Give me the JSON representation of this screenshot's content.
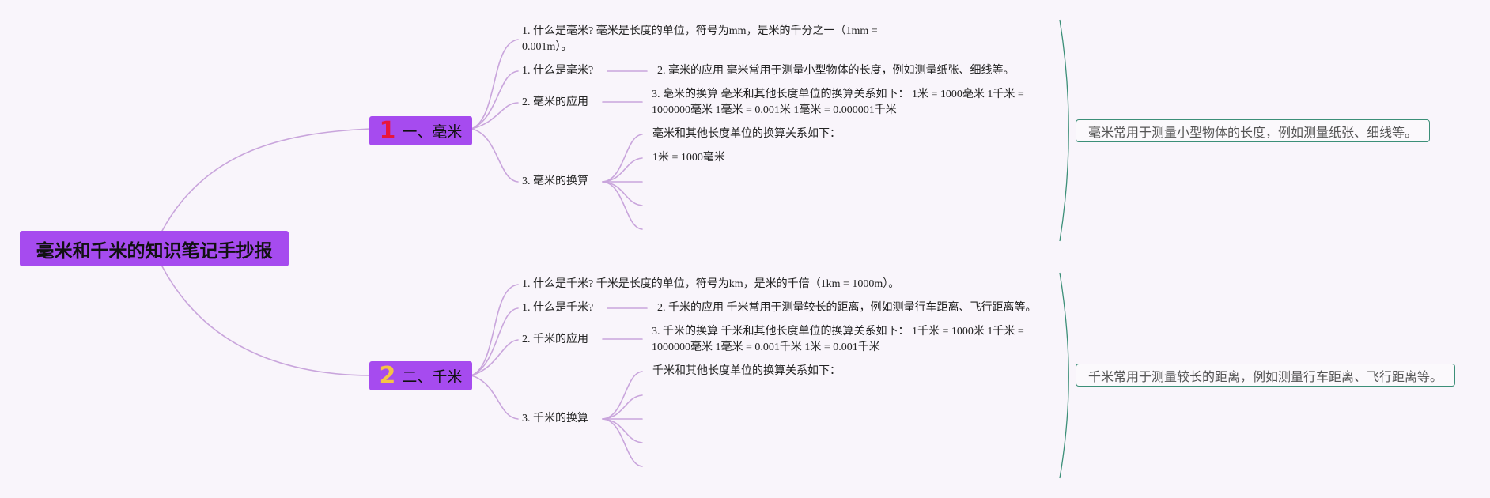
{
  "root": {
    "title": "毫米和千米的知识笔记手抄报"
  },
  "colors": {
    "accent": "#a64bef",
    "branch": "#c9a5dc",
    "summary_border": "#3c8f78",
    "badge1": "#e8163c",
    "badge2": "#f5c443"
  },
  "topics": [
    {
      "badge": "1",
      "label": "一、毫米",
      "definition": "1. 什么是毫米? 毫米是长度的单位，符号为mm，是米的千分之一（1mm = 0.001m）。",
      "children": [
        {
          "label": "1. 什么是毫米?",
          "detail": "2. 毫米的应用 毫米常用于测量小型物体的长度，例如测量纸张、细线等。"
        },
        {
          "label": "2. 毫米的应用",
          "detail": "3. 毫米的换算 毫米和其他长度单位的换算关系如下： 1米 = 1000毫米 1千米 = 1000000毫米 1毫米 = 0.001米 1毫米 = 0.000001千米"
        },
        {
          "label": "3. 毫米的换算",
          "leaves": [
            "毫米和其他长度单位的换算关系如下：",
            "1米 = 1000毫米",
            "",
            "",
            ""
          ]
        }
      ],
      "summary": "毫米常用于测量小型物体的长度，例如测量纸张、细线等。"
    },
    {
      "badge": "2",
      "label": "二、千米",
      "definition": "1. 什么是千米? 千米是长度的单位，符号为km，是米的千倍（1km = 1000m）。",
      "children": [
        {
          "label": "1. 什么是千米?",
          "detail": "2. 千米的应用 千米常用于测量较长的距离，例如测量行车距离、飞行距离等。"
        },
        {
          "label": "2. 千米的应用",
          "detail": "3. 千米的换算 千米和其他长度单位的换算关系如下： 1千米 = 1000米 1千米 = 1000000毫米 1毫米 = 0.001千米 1米 = 0.001千米"
        },
        {
          "label": "3. 千米的换算",
          "leaves": [
            "千米和其他长度单位的换算关系如下：",
            "",
            "",
            "",
            ""
          ]
        }
      ],
      "summary": "千米常用于测量较长的距离，例如测量行车距离、飞行距离等。"
    }
  ]
}
